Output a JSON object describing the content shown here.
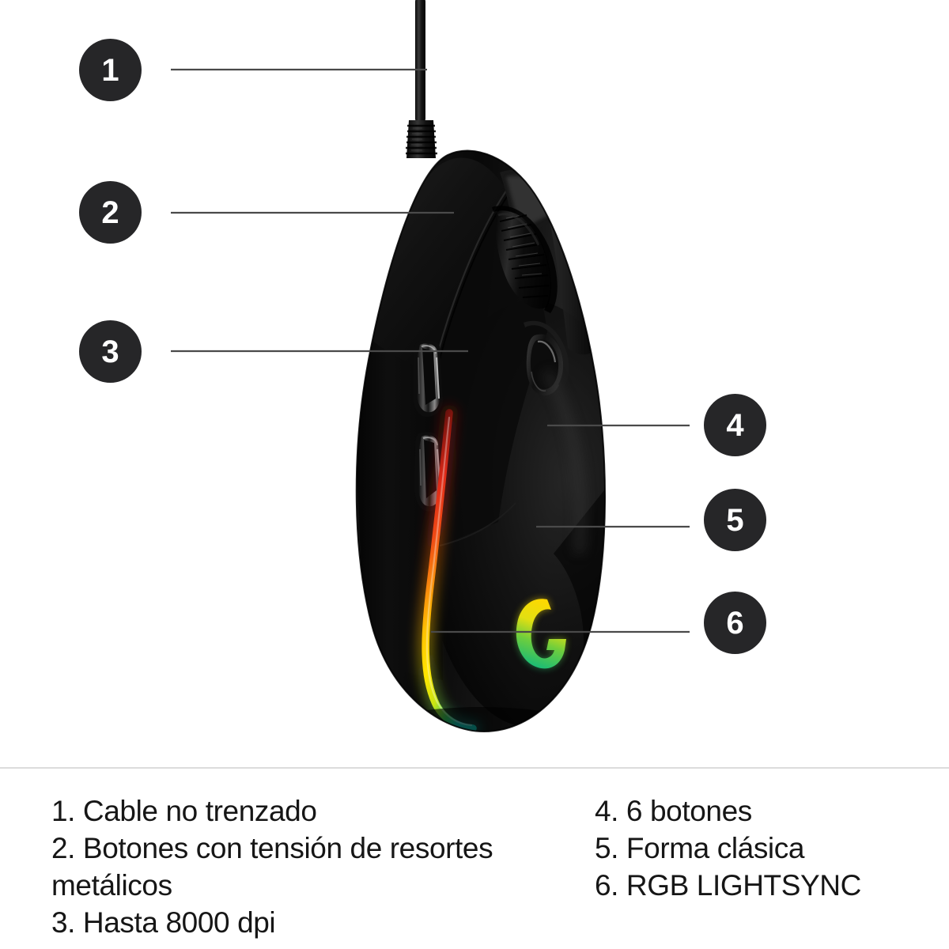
{
  "product_image": {
    "subject": "logitech-g203-lightsync-gaming-mouse",
    "view": "rear-angled-left-side",
    "background_color": "#ffffff",
    "body_color": "#0b0b0b",
    "parts": [
      {
        "name": "cable",
        "label": "smooth-non-braided-cable"
      },
      {
        "name": "strain-relief",
        "label": "ribbed-cable-strain-relief"
      },
      {
        "name": "left-click-button",
        "label": "left-main-button"
      },
      {
        "name": "right-click-button",
        "label": "right-main-button"
      },
      {
        "name": "scroll-wheel",
        "label": "ribbed-scroll-wheel"
      },
      {
        "name": "dpi-button",
        "label": "dpi-cycle-button"
      },
      {
        "name": "side-button-forward",
        "label": "thumb-button-forward"
      },
      {
        "name": "side-button-back",
        "label": "thumb-button-back"
      },
      {
        "name": "rgb-lightstrip",
        "label": "rgb-lightsync-lightstrip"
      },
      {
        "name": "logitech-g-logo",
        "label": "illuminated-g-logo"
      }
    ],
    "lightstrip_gradient": [
      "#7a1410",
      "#e02a18",
      "#f25f16",
      "#ffb400",
      "#ffe000",
      "#a8e020",
      "#18c96a",
      "#12c2b0"
    ],
    "logo_gradient": [
      "#ffd400",
      "#bede20",
      "#3fc46a",
      "#17b97e"
    ]
  },
  "callouts": [
    {
      "number": "1",
      "target": "cable"
    },
    {
      "number": "2",
      "target": "main-button"
    },
    {
      "number": "3",
      "target": "side-buttons"
    },
    {
      "number": "4",
      "target": "dpi-button"
    },
    {
      "number": "5",
      "target": "shell-shape"
    },
    {
      "number": "6",
      "target": "rgb-lightstrip"
    }
  ],
  "badge": {
    "background_color": "#262628",
    "text_color": "#ffffff"
  },
  "leader_line": {
    "color": "#4a4a4a"
  },
  "divider": {
    "color": "#dcdcdc"
  },
  "captions": {
    "left_column": [
      "1. Cable no trenzado",
      "2. Botones con tensión de resortes\nmetálicos",
      "3. Hasta 8000 dpi"
    ],
    "right_column": [
      "4. 6 botones",
      "5. Forma clásica",
      "6. RGB LIGHTSYNC"
    ]
  }
}
